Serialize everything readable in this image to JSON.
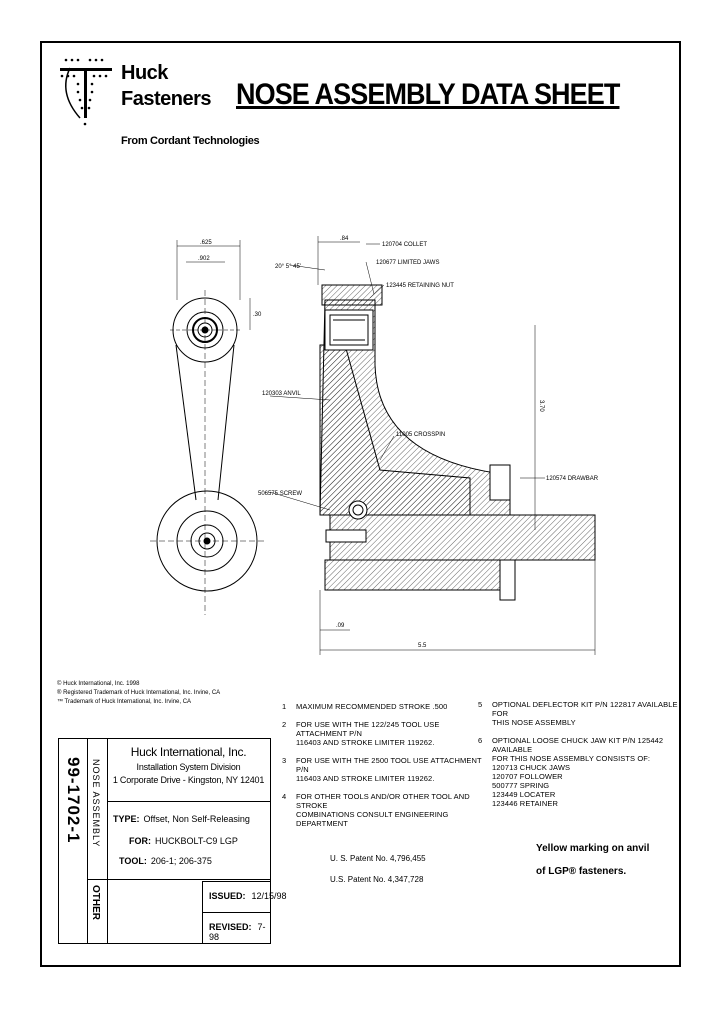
{
  "header": {
    "brand_line1": "Huck",
    "brand_line2": "Fasteners",
    "brand_sub": "From Cordant Technologies",
    "title": "NOSE ASSEMBLY DATA SHEET"
  },
  "drawing": {
    "dim_top_left": ".625",
    "dim_radius": ".902",
    "dim_small": ".30",
    "dim_top": ".84",
    "dim_angle": "20° 5° 45'",
    "dim_bottom_small": ".09",
    "dim_length": "5.5",
    "dim_height": "3.70",
    "callouts": [
      "120704 COLLET",
      "120677 LIMITED JAWS",
      "123445 RETAINING NUT",
      "120303 ANVIL",
      "11005 CROSSPIN",
      "120574 DRAWBAR",
      "506575 SCREW"
    ]
  },
  "trademarks": [
    "© Huck International, Inc. 1998",
    "® Registered Trademark of Huck International, Inc. Irvine, CA",
    "™ Trademark of Huck International, Inc. Irvine, CA"
  ],
  "notes_left": [
    {
      "num": "1",
      "text": "MAXIMUM RECOMMENDED STROKE .500"
    },
    {
      "num": "2",
      "text": "FOR USE WITH THE 122/245 TOOL USE ATTACHMENT P/N\n116403 AND STROKE LIMITER 119262."
    },
    {
      "num": "3",
      "text": "FOR USE WITH THE 2500 TOOL USE ATTACHMENT P/N\n116403 AND STROKE LIMITER 119262."
    },
    {
      "num": "4",
      "text": "FOR OTHER TOOLS AND/OR OTHER TOOL AND STROKE\nCOMBINATIONS CONSULT ENGINEERING DEPARTMENT"
    }
  ],
  "notes_right": [
    {
      "num": "5",
      "text": "OPTIONAL DEFLECTOR KIT P/N 122817 AVAILABLE FOR\nTHIS NOSE ASSEMBLY"
    },
    {
      "num": "6",
      "text": "OPTIONAL LOOSE CHUCK JAW KIT P/N 125442 AVAILABLE\nFOR THIS NOSE ASSEMBLY CONSISTS OF:\n  120713 CHUCK JAWS\n  120707 FOLLOWER\n  500777 SPRING\n  123449 LOCATER\n  123446 RETAINER"
    }
  ],
  "patents": [
    "U. S. Patent No. 4,796,455",
    "U.S. Patent No. 4,347,728"
  ],
  "yellow_note": [
    "Yellow marking on anvil",
    "of LGP® fasteners."
  ],
  "title_block": {
    "doc_number": "99-1702-1",
    "category": "NOSE ASSEMBLY",
    "other": "OTHER",
    "company": "Huck International, Inc.",
    "division": "Installation System Division",
    "address": "1 Corporate Drive - Kingston, NY 12401",
    "type_label": "TYPE:",
    "type_value": "Offset, Non Self-Releasing",
    "for_label": "FOR:",
    "for_value": "HUCKBOLT-C9 LGP",
    "tool_label": "TOOL:",
    "tool_value": "206-1; 206-375",
    "issued_label": "ISSUED:",
    "issued_value": "12/15/98",
    "revised_label": "REVISED:",
    "revised_value": "7-98"
  }
}
